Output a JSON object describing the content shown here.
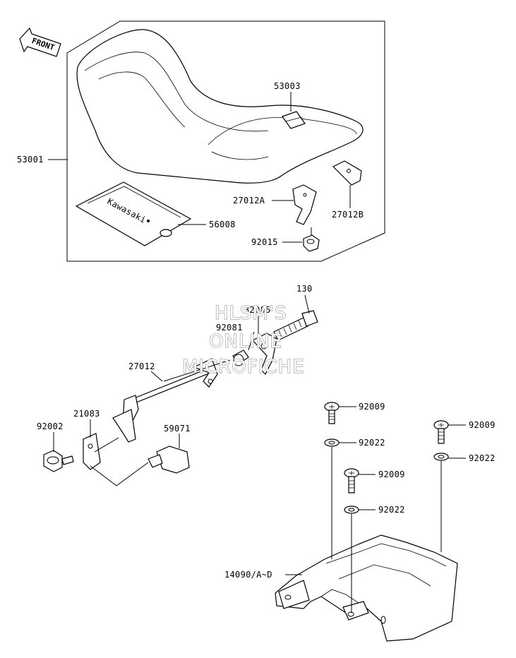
{
  "front_arrow": {
    "text": "FRONT"
  },
  "watermark": [
    "HLSM'S",
    "ONLINE",
    "MICROFICHE"
  ],
  "callouts": {
    "p53001": "53001",
    "p53003": "53003",
    "p27012A": "27012A",
    "p27012B": "27012B",
    "p56008": "56008",
    "p92015": "92015",
    "p130": "130",
    "p32085": "32085",
    "p92081": "92081",
    "p27012": "27012",
    "p21083": "21083",
    "p92002": "92002",
    "p59071": "59071",
    "p92009a": "92009",
    "p92022a": "92022",
    "p92009b": "92009",
    "p92022b": "92022",
    "p92009c": "92009",
    "p92022c": "92022",
    "p14090": "14090/A~D"
  },
  "decal": {
    "brand_text": "Kawasaki"
  }
}
